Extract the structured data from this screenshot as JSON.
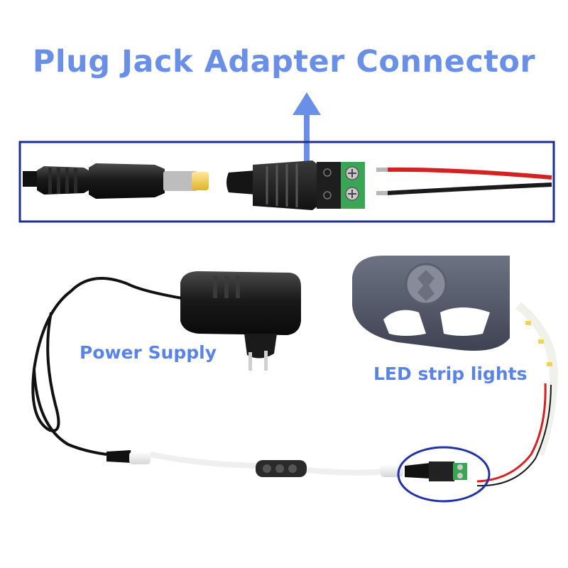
{
  "title": "Plug Jack Adapter Connector",
  "labels": {
    "power_supply": "Power Supply",
    "led_strip": "LED strip lights"
  },
  "colors": {
    "accent": "#6a8fe6",
    "frame": "#1c2f8f",
    "circle": "#2233a6",
    "wire_red": "#d42222",
    "terminal_green": "#3aa655"
  }
}
